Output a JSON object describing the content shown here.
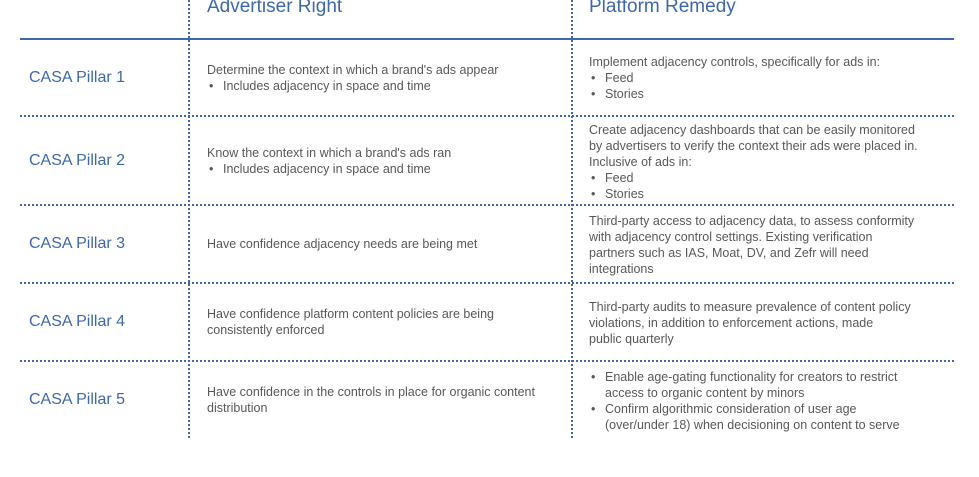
{
  "header": {
    "advertiser_right": "Advertiser Right",
    "platform_remedy": "Platform Remedy"
  },
  "rows": [
    {
      "pillar": "CASA Pillar 1",
      "right_lines": [
        "Determine the context in which a brand's ads appear"
      ],
      "right_bullets": [
        "Includes adjacency in space and time"
      ],
      "remedy_lines": [
        "Implement adjacency controls, specifically for ads in:"
      ],
      "remedy_bullets": [
        "Feed",
        "Stories"
      ]
    },
    {
      "pillar": "CASA Pillar 2",
      "right_lines": [
        "Know the context in which a brand's ads ran"
      ],
      "right_bullets": [
        "Includes adjacency in space and time"
      ],
      "remedy_lines": [
        "Create adjacency dashboards that can be easily monitored",
        "by advertisers to verify the context their ads were placed in.",
        "Inclusive of ads in:"
      ],
      "remedy_bullets": [
        "Feed",
        "Stories"
      ]
    },
    {
      "pillar": "CASA Pillar 3",
      "right_lines": [
        "Have confidence adjacency needs are being met"
      ],
      "right_bullets": [],
      "remedy_lines": [
        "Third-party access to adjacency data, to assess conformity",
        "with adjacency control settings. Existing verification",
        "partners such as IAS, Moat, DV, and Zefr will need",
        "integrations"
      ],
      "remedy_bullets": []
    },
    {
      "pillar": "CASA Pillar 4",
      "right_lines": [
        "Have confidence platform content policies are being",
        "consistently enforced"
      ],
      "right_bullets": [],
      "remedy_lines": [
        "Third-party audits to measure prevalence of content policy",
        "violations, in addition to enforcement actions, made",
        "public quarterly"
      ],
      "remedy_bullets": []
    },
    {
      "pillar": "CASA Pillar 5",
      "right_lines": [
        "Have confidence in the controls in place for organic content",
        "distribution"
      ],
      "right_bullets": [],
      "remedy_lines": [],
      "remedy_bullets": [
        "Enable age-gating functionality for creators to restrict\naccess to organic content by minors",
        "Confirm algorithmic consideration of user age\n(over/under 18) when decisioning on content to serve"
      ]
    }
  ]
}
